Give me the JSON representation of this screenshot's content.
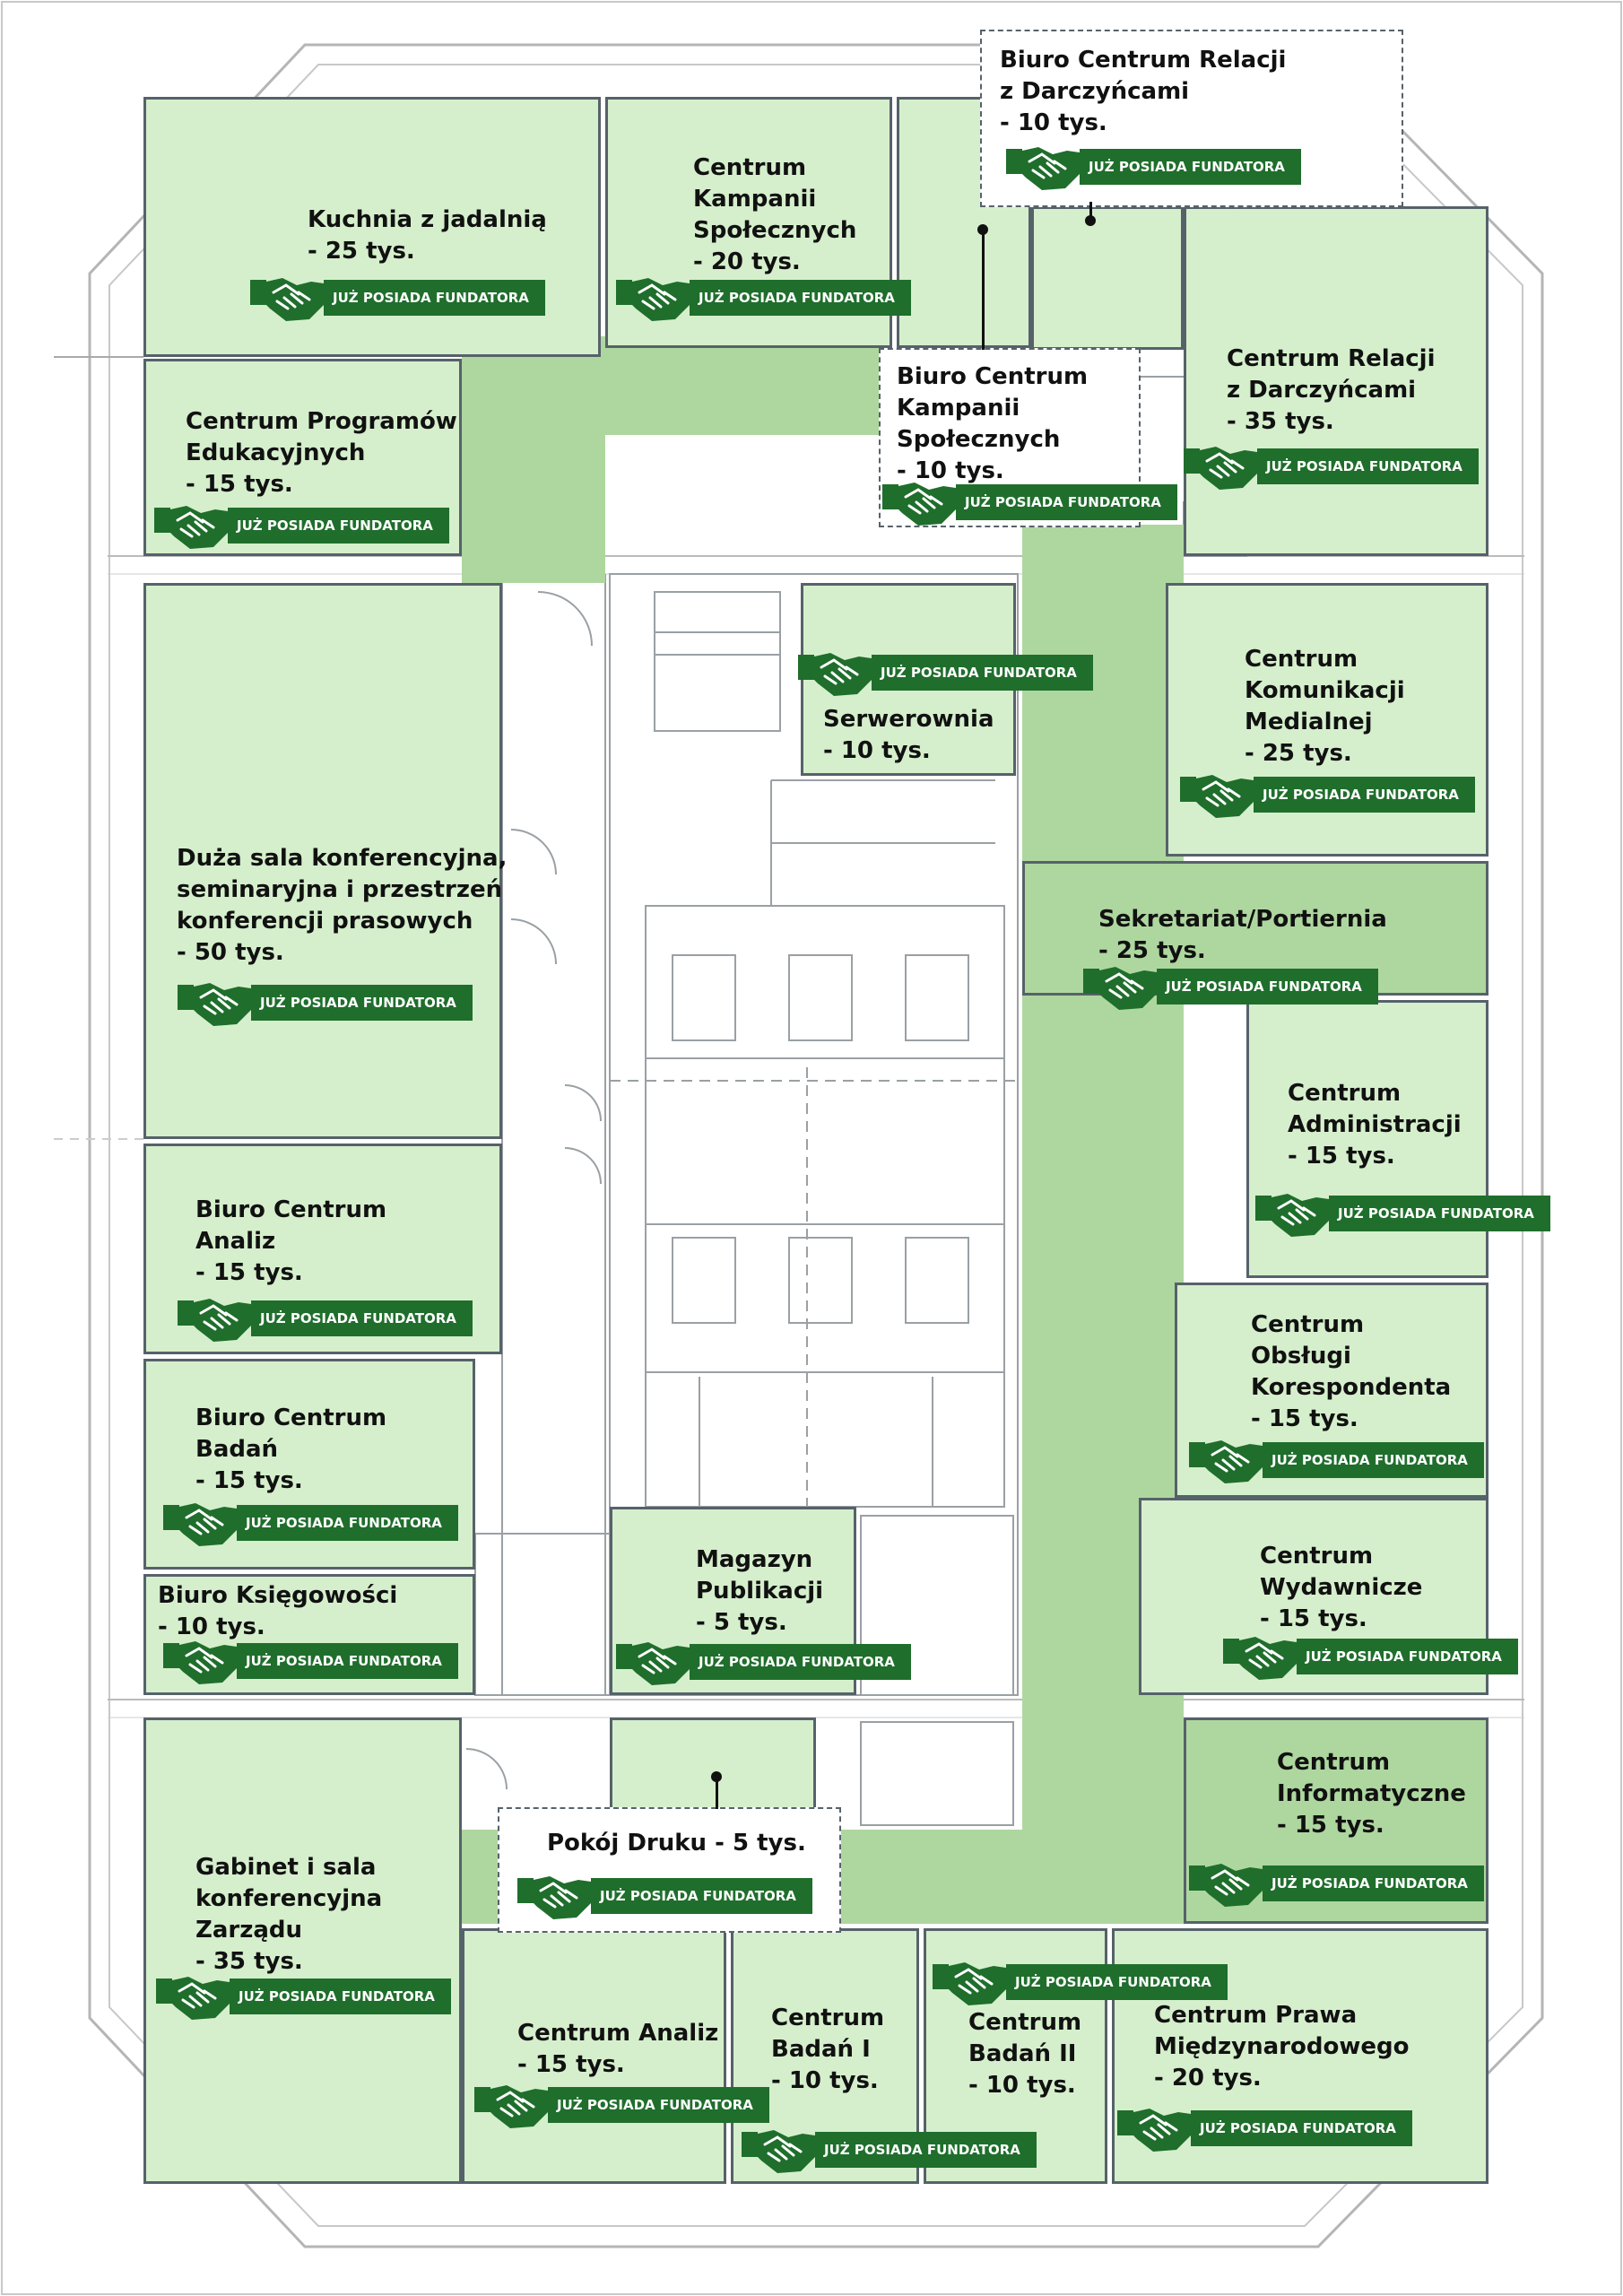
{
  "badge_text": "JUŻ POSIADA FUNDATORA",
  "colors": {
    "room_light": "#d5efcc",
    "room_dark": "#aed79f",
    "badge": "#1f6e2c",
    "walls": "#56626a"
  },
  "icons": {
    "badge_icon": "handshake-icon"
  },
  "rooms": [
    {
      "id": "kuchnia",
      "name": "Kuchnia z jadalnią",
      "price": "- 25 tys."
    },
    {
      "id": "kampanie",
      "name": "Centrum Kampanii Społecznych",
      "price": "- 20 tys."
    },
    {
      "id": "biuro-relacji",
      "name": "Biuro Centrum Relacji z Darczyńcami",
      "price": "- 10 tys."
    },
    {
      "id": "programy",
      "name": "Centrum Programów Edukacyjnych",
      "price": "- 15 tys."
    },
    {
      "id": "biuro-kampanii",
      "name": "Biuro Centrum Kampanii Społecznych",
      "price": "- 10 tys."
    },
    {
      "id": "relacje",
      "name": "Centrum Relacji z Darczyńcami",
      "price": "- 35 tys."
    },
    {
      "id": "serwerownia",
      "name": "Serwerownia",
      "price": "- 10 tys."
    },
    {
      "id": "komunikacja",
      "name": "Centrum Komunikacji Medialnej",
      "price": "- 25 tys."
    },
    {
      "id": "duza-sala",
      "name": "Duża sala konferencyjna, seminaryjna i przestrzeń konferencji prasowych",
      "price": "- 50 tys."
    },
    {
      "id": "sekretariat",
      "name": "Sekretariat/Portiernia",
      "price": "- 25 tys."
    },
    {
      "id": "administracja",
      "name": "Centrum Administracji",
      "price": "- 15 tys."
    },
    {
      "id": "biuro-analiz",
      "name": "Biuro Centrum Analiz",
      "price": "- 15 tys."
    },
    {
      "id": "obsluga",
      "name": "Centrum Obsługi Korespondenta",
      "price": "- 15 tys."
    },
    {
      "id": "biuro-badan",
      "name": "Biuro Centrum Badań",
      "price": "- 15 tys."
    },
    {
      "id": "magazyn",
      "name": "Magazyn Publikacji",
      "price": "- 5 tys."
    },
    {
      "id": "wydawnicze",
      "name": "Centrum Wydawnicze",
      "price": "- 15 tys."
    },
    {
      "id": "ksiegowosc",
      "name": "Biuro Księgowości",
      "price": "- 10 tys."
    },
    {
      "id": "informatyczne",
      "name": "Centrum Informatyczne",
      "price": "- 15 tys."
    },
    {
      "id": "gabinet",
      "name": "Gabinet i sala konferencyjna Zarządu",
      "price": "- 35 tys."
    },
    {
      "id": "pokoj-druku",
      "name": "Pokój Druku",
      "price": "- 5 tys."
    },
    {
      "id": "analizy",
      "name": "Centrum Analiz",
      "price": "- 15 tys."
    },
    {
      "id": "badania-1",
      "name": "Centrum Badań I",
      "price": "- 10 tys."
    },
    {
      "id": "badania-2",
      "name": "Centrum Badań II",
      "price": "- 10 tys."
    },
    {
      "id": "prawo",
      "name": "Centrum Prawa Międzynarodowego",
      "price": "- 20 tys."
    }
  ]
}
